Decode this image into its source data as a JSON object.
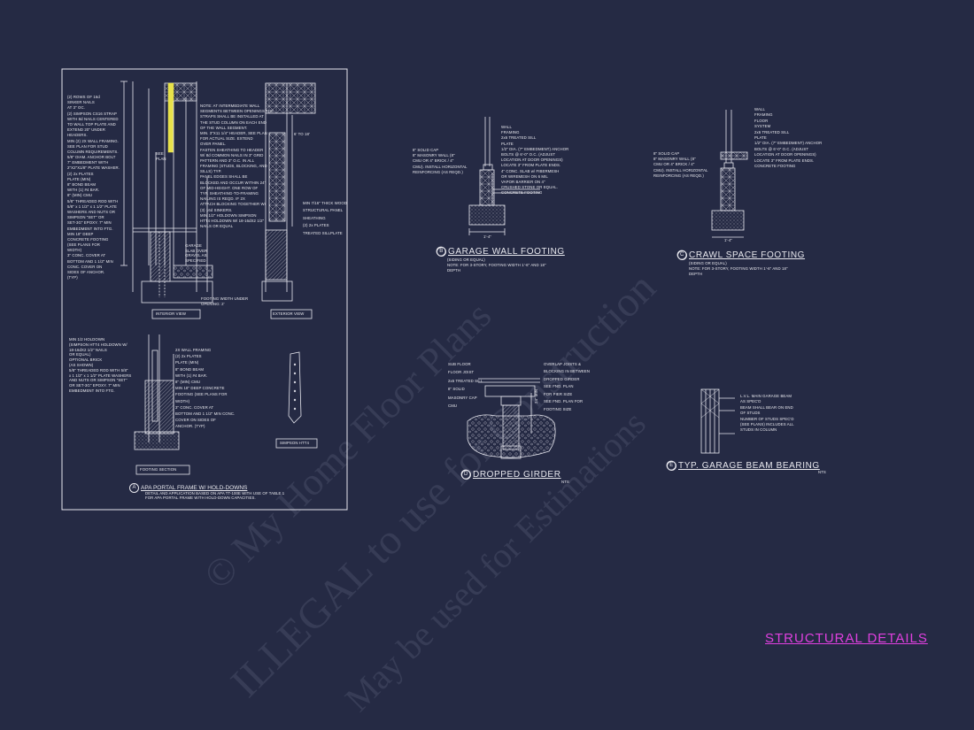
{
  "sheet": {
    "title": "STRUCTURAL DETAILS",
    "watermark_line1": "© My Home Floor Plans",
    "watermark_line2": "ILLEGAL to use for Construction",
    "watermark_line3": "May be used for Estimations"
  },
  "detail_a": {
    "tag": "A",
    "title": "APA PORTAL FRAME W/ HOLD-DOWNS",
    "note1": "DETAIL AND APPLICATION BASED ON APA TT-100E WITH USE OF TABLE 1",
    "note2": "FOR APA PORTAL FRAME WITH HOLD-DOWN CAPACITIES.",
    "interior_view": "INTERIOR VIEW",
    "exterior_view": "EXTERIOR VIEW",
    "footing_section": "FOOTING SECTION",
    "simpson": "SIMPSON HTT4",
    "left_notes": [
      "(2) ROWS OF 16d",
      "SINKER NAILS",
      "AT 3\" OC.",
      "(2) SIMPSON CS16 STRAP",
      "WITH 8d NAILS CENTERED",
      "TO WALL TOP PLATE AND",
      "EXTEND 20\" UNDER",
      "HEADERS.",
      "MIN (2) 2X WALL FRAMING.",
      "SEE PLAN FOR STUD",
      "COLUMN REQUIREMENTS.",
      "5/8\" DIAM. ANCHOR BOLT",
      "7\" EMBEDMENT WITH",
      "2\"X2\"X1/8\" PLATE WASHER.",
      "(2) 2x PLATES",
      "PLATE (MIN)",
      "8\" BOND BEAM",
      "WITH (1) #4 BAR.",
      "8\" (MIN) CMU",
      "5/8\" THREADED ROD WITH",
      "5/8\" x 1 1/2\" x 1 1/2\" PLATE",
      "WASHERS AND NUTS OR",
      "SIMPSON \"SET\" OR",
      "SET-3G\" EPOXY. 7\" MIN",
      "EMBEDMENT INTO FTG.",
      "MIN 18\" DEEP",
      "CONCRETE FOOTING",
      "(SEE PLANS FOR",
      "WIDTH)",
      "3\" CONC. COVER AT",
      "BOTTOM AND 1 1/2\" MIN",
      "CONC. COVER ON",
      "SIDES OF ANCHOR.",
      "(TYP)"
    ],
    "mid_notes": [
      "NOTE: AT INTERMEDIATE WALL",
      "SEGMENTS BETWEEN OPENINGS THE",
      "STRAPS SHALL BE INSTALLED AT",
      "THE STUD COLUMN ON EACH END",
      "OF THE WALL SEGMENT.",
      "MIN. 3\"X11 1/4\" HEADER, SEE PLAN",
      "FOR ACTUAL SIZE. EXTEND",
      "OVER PANEL.",
      "FASTEN SHEATHING TO HEADER",
      "W/ 8d COMMON NAILS IN 3\" GRID",
      "PATTERN AND 3\" O.C. IN ALL",
      "FRAMING (STUDS, BLOCKING, AND",
      "SILLS) TYP.",
      "PANEL EDGES SHALL BE",
      "BLOCKED AND OCCUR WITHIN 24\"",
      "OF MID-HEIGHT. ONE ROW OF",
      "TYP. SHEATHING-TO-FRAMING",
      "NAILING IS REQD. IF 2X",
      "ATTACH BLOCKING TOGETHER W/",
      "(3) 16d SINKERS.",
      "MIN 1/2\" HOLDOWN SIMPSON",
      "HTT4 HOLDOWN W/ 18-16dX2 1/2\"",
      "NAILS OR EQUAL"
    ],
    "garage_lbl": [
      "GARAGE",
      "SLAB OVER",
      "GRAVEL AS",
      "SPECIFIED"
    ],
    "under_opening": [
      "FOOTING WIDTH UNDER",
      "OPENING: 2'"
    ],
    "see_plan": [
      "SEE",
      "PLAN"
    ],
    "ext_notes": [
      "MIN 7/16\" THICK WOOD",
      "STRUCTURAL PANEL",
      "SHEATHING",
      "(2) 2x PLATES",
      "TREATED SILLPLATE"
    ],
    "ext_dim": "6' TO 18'",
    "lower_left": [
      "MIN 1/2 HOLDOWN",
      "(SIMPSON HTT4 HOLDOWN W/",
      "18-16dX2 1/2\" NAILS",
      "OR EQUAL)",
      "OPTIONAL BRICK",
      "(AS SHOWN)",
      "5/8\" THREADED ROD WITH 5/8\"",
      "x 1 1/2\" x 1 1/2\" PLATE WASHERS",
      "AND NUTS OR SIMPSON \"SET\"",
      "OR SET-3G\" EPOXY. 7\" MIN",
      "EMBEDMENT INTO FTG."
    ],
    "lower_right": [
      "2X WALL FRAMING",
      "(2) 2x PLATES",
      "PLATE (MIN)",
      "8\" BOND BEAM",
      "WITH (1) #4 BAR.",
      "8\" (MIN) CMU",
      "MIN 18\" DEEP CONCRETE",
      "FOOTING (SEE PLANS FOR",
      "WIDTH)",
      "3\" CONC. COVER AT",
      "BOTTOM AND 1 1/2\" MIN CONC.",
      "COVER ON SIDES OF",
      "ANCHOR. (TYP)"
    ]
  },
  "detail_b": {
    "tag": "B",
    "title": "GARAGE WALL FOOTING",
    "sub1": "(SIDING OR EQUAL)",
    "sub2": "NOTE: FOR 3-STORY, FOOTING WIDTH 1'-6\" AND 18\"",
    "sub3": "DEPTH",
    "notes": [
      "WALL",
      "FRAMING",
      "2x6 TREATED SILL",
      "PLATE",
      "1/2\" DIA. (7\" EMBEDMENT) ANCHOR",
      "BOLTS @ 6'-0\" O.C. (ADJUST",
      "LOCATION AT DOOR OPENINGS)",
      "LOCATE 3\" FROM PLATE ENDS.",
      "4\" CONC. SLAB w/ FIBERMESH",
      "OR WIREMESH ON 6 MIL",
      "VAPOR BARRIER ON 4\"",
      "CRUSHED STONE OR EQUAL.",
      "CONCRETE FOOTING"
    ],
    "left_notes": [
      "8\" SOLID CAP",
      "8\" MASONRY WALL (8\"",
      "CMU OR 4\" BRICK / 4\"",
      "CMU). INSTALL HORIZONTAL",
      "REINFORCING (AS REQD.)"
    ],
    "dim": "1'-4\""
  },
  "detail_c": {
    "tag": "C",
    "title": "CRAWL SPACE FOOTING",
    "sub1": "(SIDING OR EQUAL)",
    "sub2": "NOTE: FOR 3-STORY, FOOTING WIDTH 1'-6\" AND 18\"",
    "sub3": "DEPTH",
    "notes": [
      "WALL",
      "FRAMING",
      "FLOOR",
      "SYSTEM",
      "2x6 TREATED SILL",
      "PLATE",
      "1/2\" DIA. (7\" EMBEDMENT) ANCHOR",
      "BOLTS @ 6'-0\" O.C. (ADJUST",
      "LOCATION AT DOOR OPENINGS)",
      "LOCATE 3\" FROM PLATE ENDS.",
      "CONCRETE FOOTING"
    ],
    "left_notes": [
      "8\" SOLID CAP",
      "8\" MASONRY WALL (8\"",
      "CMU OR 4\" BRICK / 4\"",
      "CMU). INSTALL HORIZONTAL",
      "REINFORCING (AS REQD.)"
    ],
    "dim": "1'-4\""
  },
  "detail_d": {
    "tag": "D",
    "title": "DROPPED GIRDER",
    "nts": "NTS",
    "left_notes": [
      "SUB FLOOR",
      "FLOOR JOIST",
      "2x6 TREATED SILL",
      "8\" SOLID",
      "MASONRY CAP",
      "CMU"
    ],
    "right_notes": [
      "OVERLAP JOISTS &",
      "BLOCKING IN BETWEEN",
      "DROPPED GIRDER",
      "SEE FND. PLAN",
      "FOR PIER SIZE",
      "SEE FND. PLAN FOR",
      "FOOTING SIZE"
    ],
    "dim": "24\" MIN"
  },
  "detail_e": {
    "tag": "E",
    "title": "TYP. GARAGE BEAM BEARING",
    "nts": "NTS",
    "notes": [
      "L.V.L. MAIN GARAGE BEAM",
      "AS SPEC'D",
      "BEAM SHALL BEAR ON END",
      "OF STUDS",
      "NUMBER OF STUDS SPEC'D",
      "(SEE PLANS) INCLUDES ALL",
      "STUDS IN COLUMN"
    ]
  },
  "colors": {
    "background": "#252a44",
    "linework": "#e6e6ee",
    "accent": "#e040e0",
    "strap": "#e8e24a"
  }
}
